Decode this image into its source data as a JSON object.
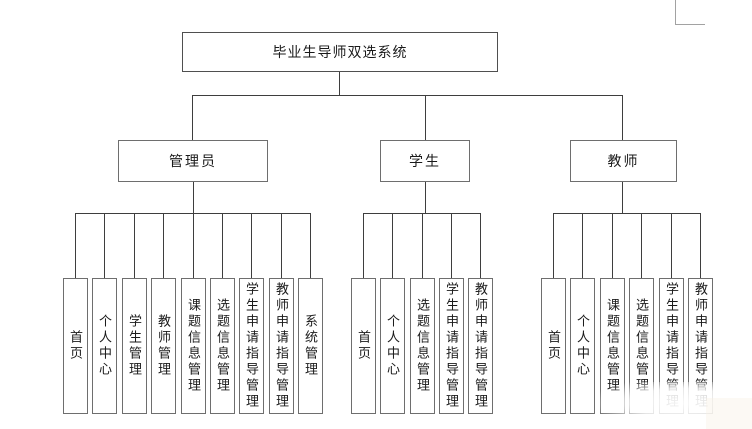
{
  "diagram": {
    "title": "毕业生导师双选系统",
    "root": {
      "label": "毕业生导师双选系统"
    },
    "branches": [
      {
        "label": "管理员",
        "children": [
          "首页",
          "个人中心",
          "学生管理",
          "教师管理",
          "课题信息管理",
          "选题信息管理",
          "学生申请指导管理",
          "教师申请指导管理",
          "系统管理"
        ]
      },
      {
        "label": "学生",
        "children": [
          "首页",
          "个人中心",
          "选题信息管理",
          "学生申请指导管理",
          "教师申请指导管理"
        ]
      },
      {
        "label": "教师",
        "children": [
          "首页",
          "个人中心",
          "课题信息管理",
          "选题信息管理",
          "学生申请指导管理",
          "教师申请指导管理"
        ]
      }
    ]
  }
}
